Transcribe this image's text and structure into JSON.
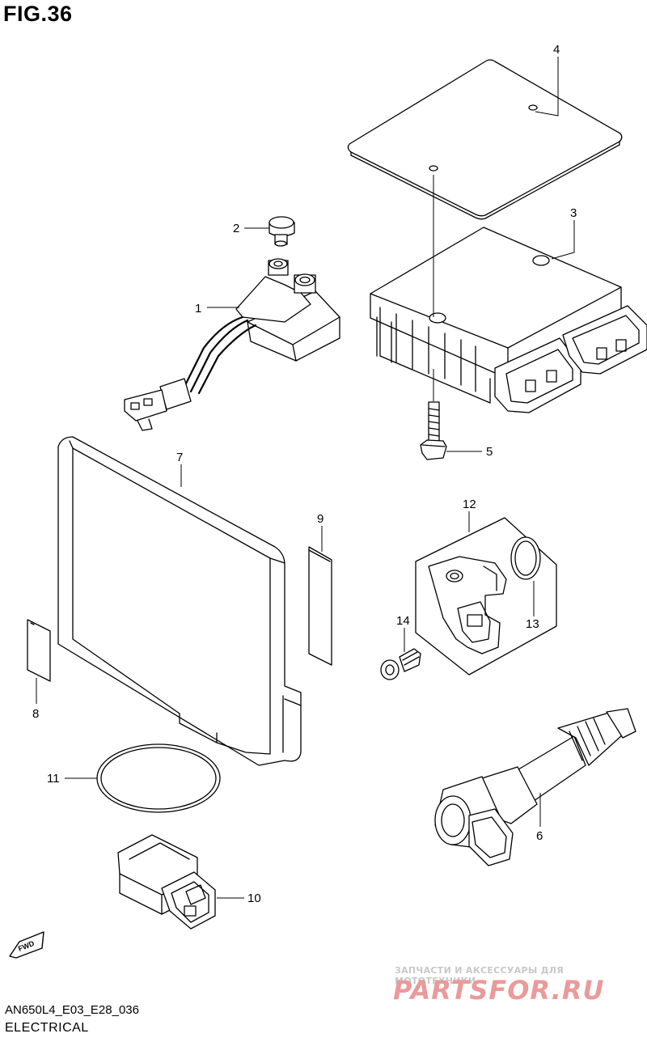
{
  "figure": {
    "title": "FIG.36",
    "code": "AN650L4_E03_E28_036",
    "caption": "ELECTRICAL",
    "fwd_label": "FWD"
  },
  "watermark": {
    "tagline": "ЗАПЧАСТИ И АКСЕССУАРЫ ДЛЯ МОТОТЕХНИКИ",
    "logo": "PARTSFOR.RU"
  },
  "callouts": {
    "c1": "1",
    "c2": "2",
    "c3": "3",
    "c4": "4",
    "c5": "5",
    "c6": "6",
    "c7": "7",
    "c8": "8",
    "c9": "9",
    "c10": "10",
    "c11": "11",
    "c12": "12",
    "c13": "13",
    "c14": "14"
  },
  "colors": {
    "line": "#000000",
    "background": "#ffffff",
    "watermark": "#e88a8a"
  }
}
